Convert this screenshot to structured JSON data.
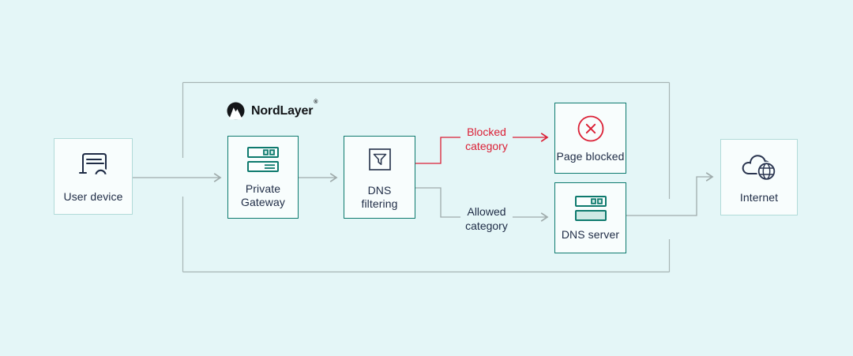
{
  "diagram": {
    "brand": {
      "name": "NordLayer",
      "trademark": "®"
    },
    "nodes": {
      "user_device": {
        "label": "User device",
        "icon": "device-screen-icon"
      },
      "private_gateway": {
        "label": "Private Gateway",
        "icon": "server-stack-icon"
      },
      "dns_filtering": {
        "label": "DNS filtering",
        "icon": "funnel-filter-icon"
      },
      "page_blocked": {
        "label": "Page blocked",
        "icon": "circle-x-icon"
      },
      "dns_server": {
        "label": "DNS server",
        "icon": "server-stack-icon"
      },
      "internet": {
        "label": "Internet",
        "icon": "cloud-globe-icon"
      }
    },
    "edge_labels": {
      "blocked": "Blocked category",
      "allowed": "Allowed category"
    },
    "colors": {
      "background": "#e4f6f7",
      "node_fill": "#f8fdfd",
      "teal_border": "#0e7a6e",
      "light_teal_border": "#b2dbd9",
      "container_border": "#a7b5b5",
      "connector_gray": "#9fabab",
      "alert_red": "#db1f35",
      "text_navy": "#1e2b45",
      "logo_black": "#131518"
    }
  }
}
